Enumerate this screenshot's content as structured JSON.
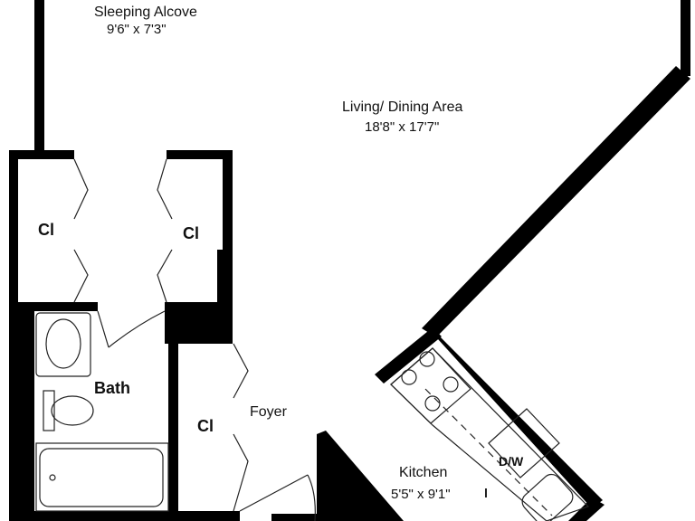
{
  "rooms": {
    "sleeping_alcove": {
      "name": "Sleeping Alcove",
      "dims": "9'6\" x 7'3\""
    },
    "living_dining": {
      "name": "Living/ Dining Area",
      "dims": "18'8\" x 17'7\""
    },
    "bath": {
      "name": "Bath"
    },
    "foyer": {
      "name": "Foyer"
    },
    "kitchen": {
      "name": "Kitchen",
      "dims": "5'5\" x 9'1\""
    }
  },
  "closets": {
    "left": "Cl",
    "right": "Cl",
    "foyer": "Cl"
  },
  "appliances": {
    "dishwasher": "D/W"
  }
}
